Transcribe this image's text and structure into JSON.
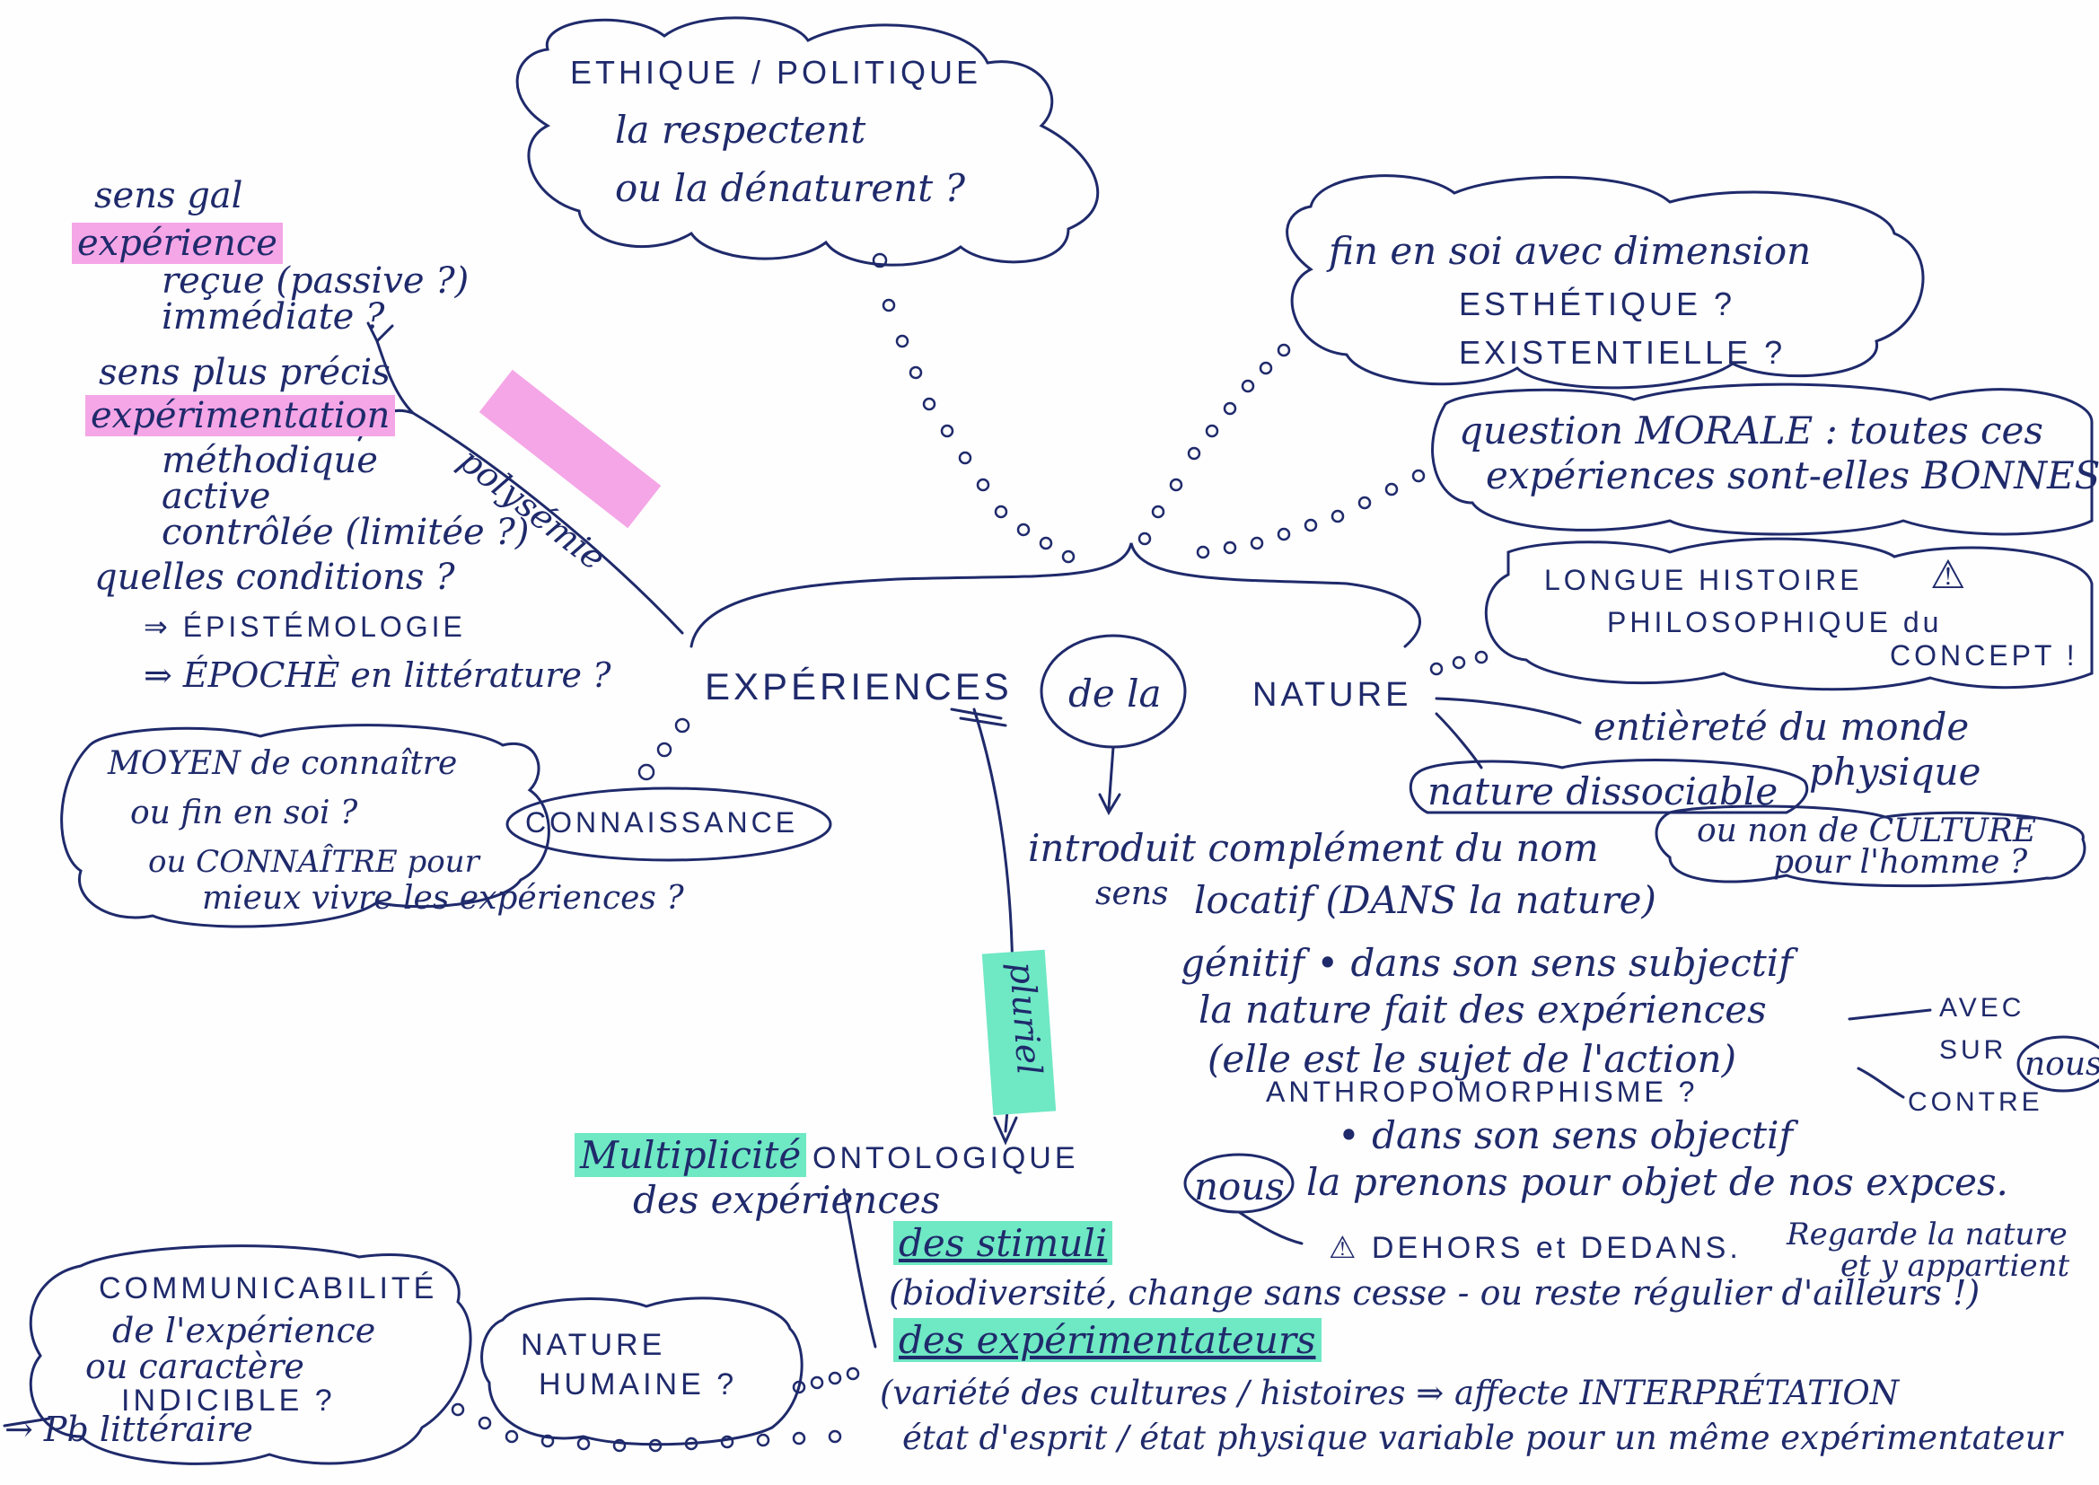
{
  "center": {
    "experiences": "EXPÉRIENCES",
    "de_la": "de la",
    "nature": "NATURE"
  },
  "ethique": {
    "title": "ETHIQUE / POLITIQUE",
    "line2": "la respectent",
    "line3": "ou la dénaturent ?"
  },
  "fin_en_soi": {
    "line1": "fin en soi avec dimension",
    "line2": "ESTHÉTIQUE ?",
    "line3": "EXISTENTIELLE ?"
  },
  "question_morale": {
    "line1": "question MORALE : toutes ces",
    "line2": "expériences sont-elles BONNES"
  },
  "longue_histoire": {
    "line1": "LONGUE HISTOIRE",
    "warn": "⚠",
    "line2": "PHILOSOPHIQUE du",
    "line3": "CONCEPT !"
  },
  "polysemie": {
    "label": "polysémie",
    "sens_gal": "sens gal",
    "experience": "expérience",
    "recue": "reçue (passive ?)",
    "immediate": "immédiate ?",
    "sens_precis": "sens plus précis",
    "experimentation": "expérimentation",
    "methodique": "méthodique",
    "active": "active",
    "controlee": "contrôlée (limitée ?)",
    "conditions": "quelles conditions ?",
    "epistemologie": "⇒ ÉPISTÉMOLOGIE",
    "epoche": "⇒ ÉPOCHÈ en littérature ?"
  },
  "connaissance": {
    "label": "CONNAISSANCE",
    "line1": "MOYEN de connaître",
    "line2": "ou fin en soi ?",
    "line3": "ou CONNAÎTRE pour",
    "line4": "mieux vivre les expériences ?"
  },
  "nature_branch": {
    "entierete": "entièreté du monde",
    "physique": "physique",
    "dissociable": "nature dissociable",
    "culture1": "ou non de CULTURE",
    "culture2": "pour l'homme ?"
  },
  "de_la_branch": {
    "introduit": "introduit complément du nom",
    "sens": "sens",
    "locatif": "locatif (DANS la nature)",
    "genitif": "génitif • dans son sens subjectif",
    "fait": "la nature fait des expériences",
    "sujet": "(elle est le sujet de l'action)",
    "anthropo": "ANTHROPOMORPHISME ?",
    "objectif": "• dans son sens objectif",
    "nous": "nous",
    "prenons": "la prenons pour objet de nos expces.",
    "dehors": "⚠ DEHORS et DEDANS.",
    "regarde": "Regarde la nature",
    "appartient": "et y appartient",
    "avec": "AVEC",
    "sur": "SUR",
    "nous2": "nous",
    "contre": "CONTRE"
  },
  "pluriel": {
    "label": "pluriel",
    "multiplicite": "Multiplicité",
    "ontologique": "ONTOLOGIQUE",
    "des_experiences": "des expériences",
    "stimuli": "des stimuli",
    "stimuli_detail": "(biodiversité, change sans cesse - ou reste régulier d'ailleurs !)",
    "experimentateurs": "des expérimentateurs",
    "var1": "(variété des cultures / histoires ⇒ affecte INTERPRÉTATION",
    "var2": "état d'esprit / état physique variable pour un même expérimentateur"
  },
  "nature_humaine": {
    "line1": "NATURE",
    "line2": "HUMAINE ?"
  },
  "communicabilite": {
    "line1": "COMMUNICABILITÉ",
    "line2": "de l'expérience",
    "line3": "ou caractère",
    "line4": "INDICIBLE ?",
    "pb": "→ Pb littéraire"
  },
  "colors": {
    "ink": "#1f2a6b",
    "pink_highlight": "#f4a6e6",
    "green_highlight": "#6fe8c4",
    "paper": "#fefefe"
  }
}
